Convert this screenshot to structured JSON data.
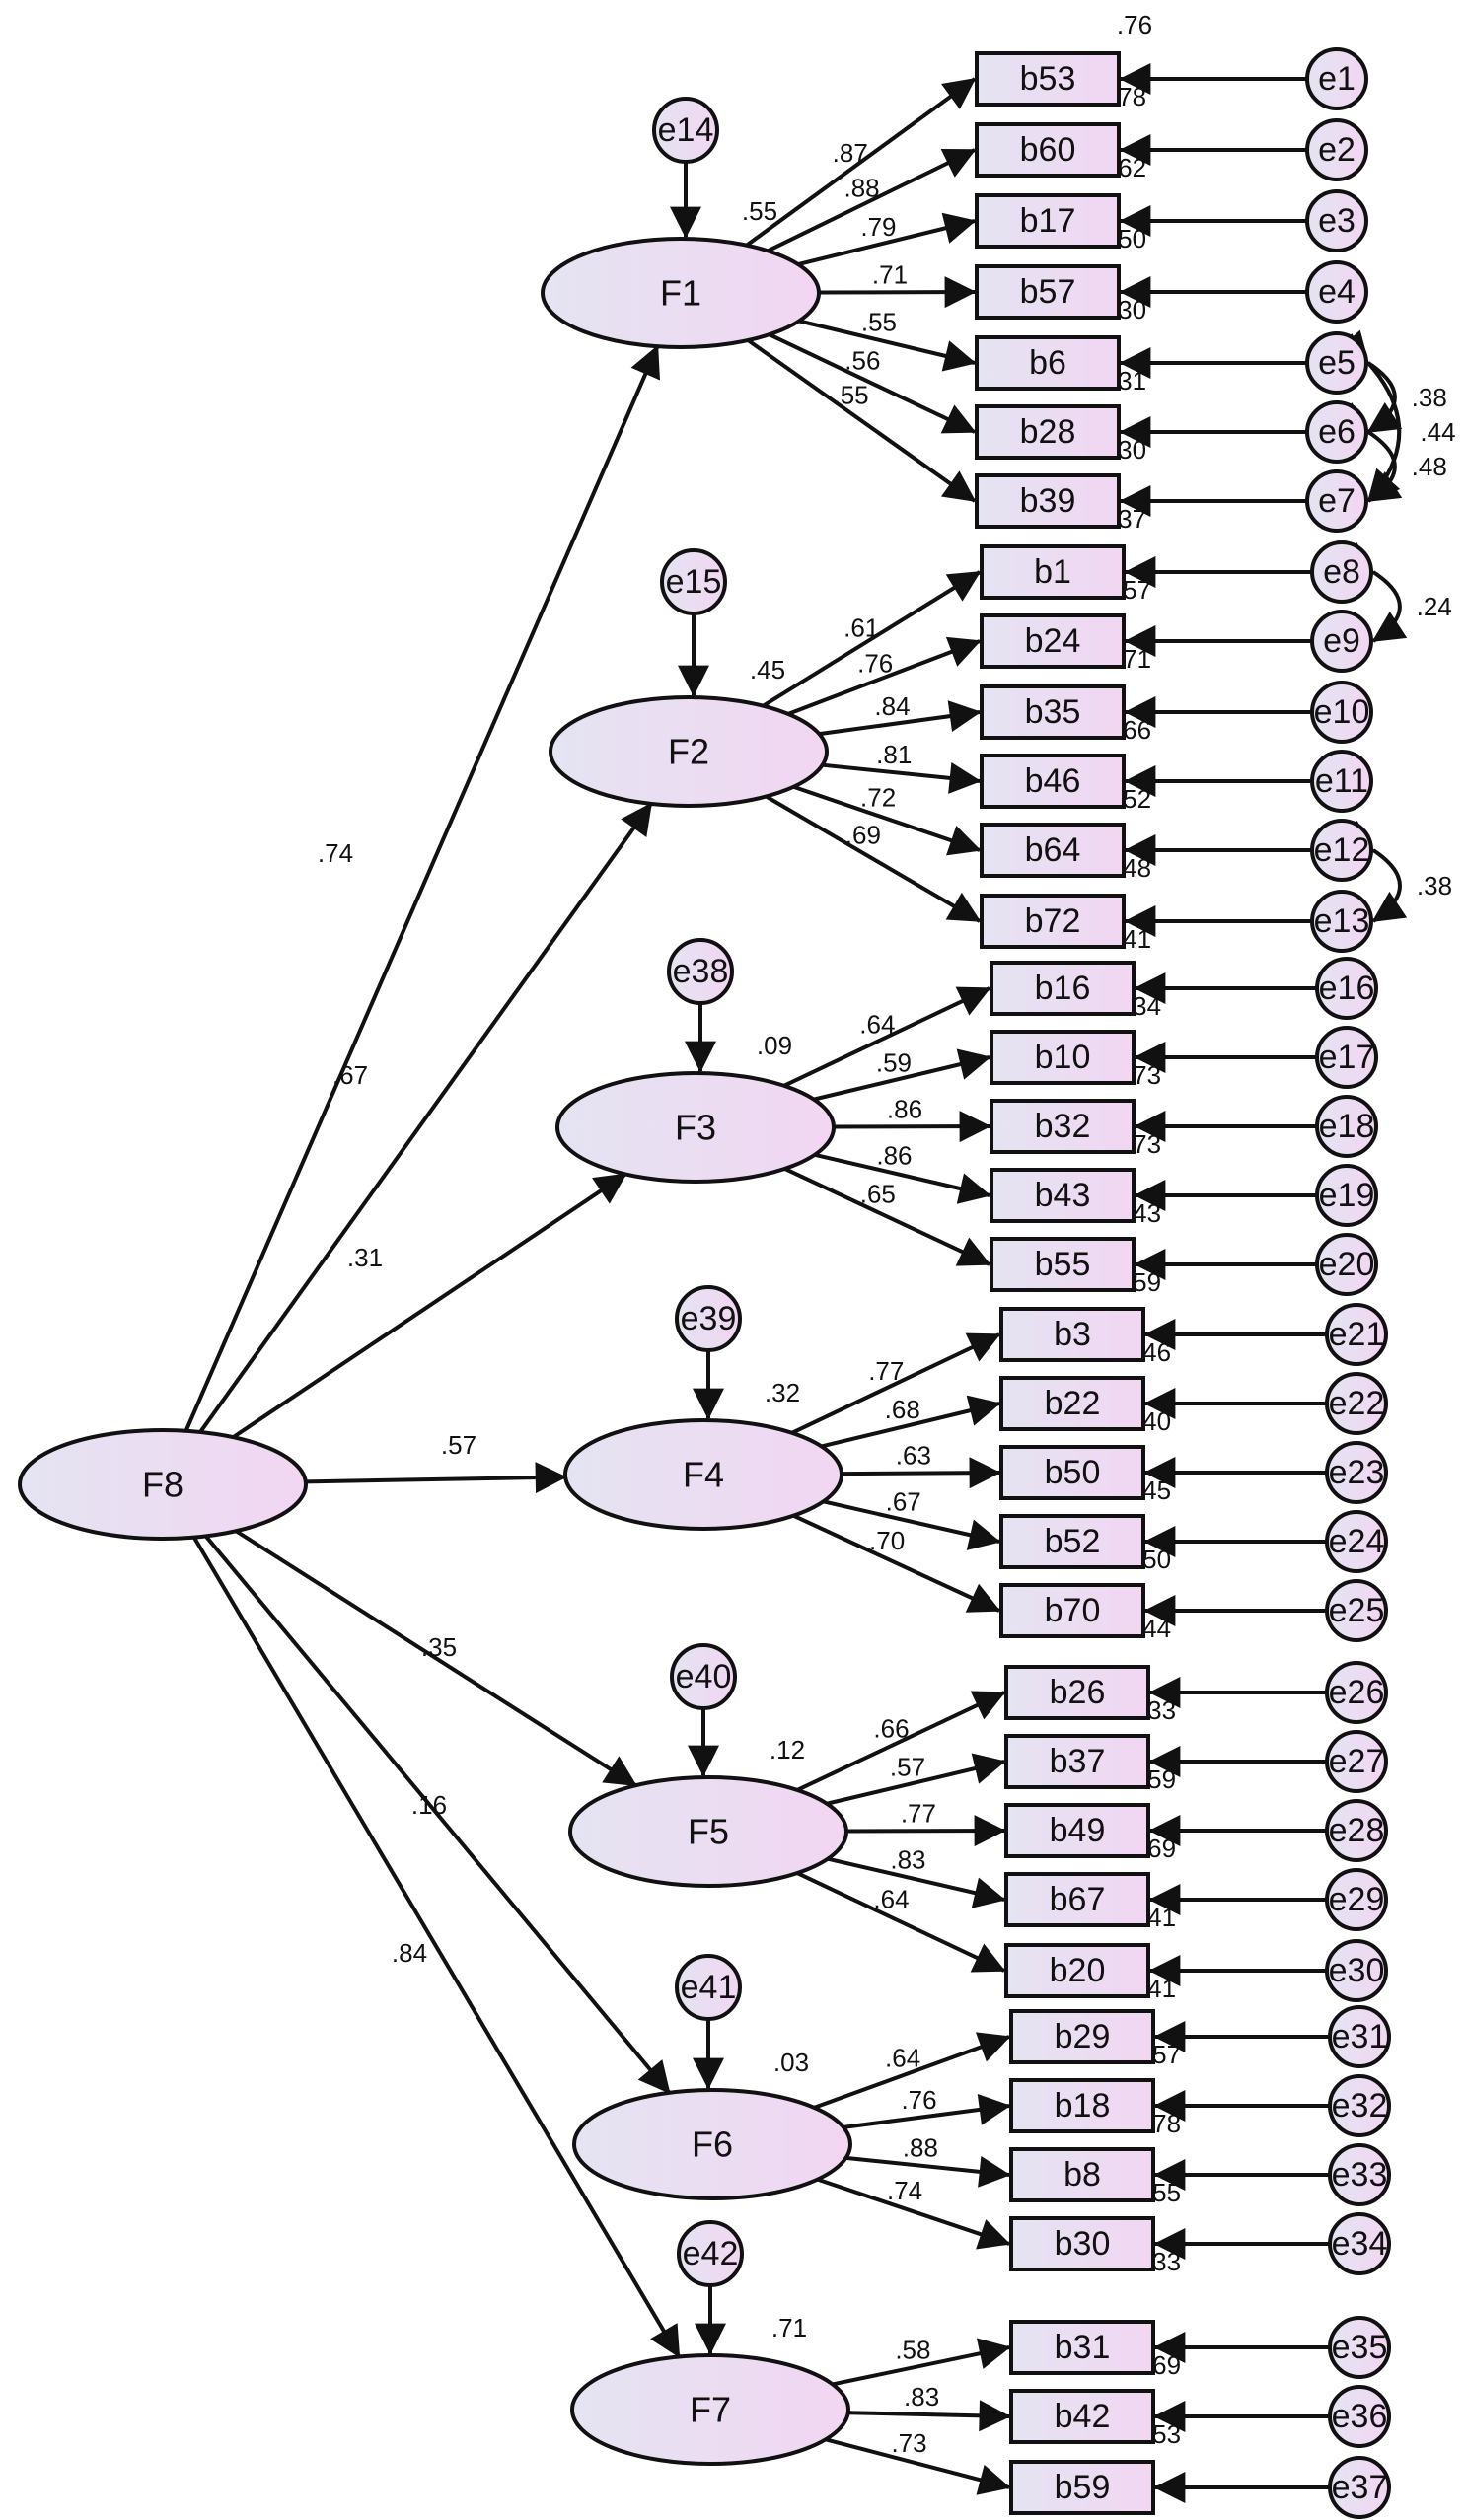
{
  "root": {
    "label": "F8"
  },
  "factors": [
    {
      "label": "F1",
      "error": "e14",
      "path": ".74",
      "disturbance": "",
      "items": [
        {
          "label": "b53",
          "error": "e1",
          "loading": ".87",
          "r2": ".76",
          "r2b": ".78"
        },
        {
          "label": "b60",
          "error": "e2",
          "loading": ".88",
          "r2": ".62"
        },
        {
          "label": "b17",
          "error": "e3",
          "loading": ".79",
          "r2": ".50"
        },
        {
          "label": "b57",
          "error": "e4",
          "loading": ".71",
          "r2": ".30"
        },
        {
          "label": "b6",
          "error": "e5",
          "loading": ".55",
          "r2": ".31"
        },
        {
          "label": "b28",
          "error": "e6",
          "loading": ".56",
          "r2": ".30"
        },
        {
          "label": "b39",
          "error": "e7",
          "loading": ".55",
          "r2": ".37"
        }
      ],
      "extra_label": ".55"
    },
    {
      "label": "F2",
      "error": "e15",
      "path": ".67",
      "extra_label": ".45",
      "items": [
        {
          "label": "b1",
          "error": "e8",
          "loading": ".61",
          "r2": ".57"
        },
        {
          "label": "b24",
          "error": "e9",
          "loading": ".76",
          "r2": ".71"
        },
        {
          "label": "b35",
          "error": "e10",
          "loading": ".84",
          "r2": ".66"
        },
        {
          "label": "b46",
          "error": "e11",
          "loading": ".81",
          "r2": ".52"
        },
        {
          "label": "b64",
          "error": "e12",
          "loading": ".72",
          "r2": ".48"
        },
        {
          "label": "b72",
          "error": "e13",
          "loading": ".69",
          "r2": ".41"
        }
      ]
    },
    {
      "label": "F3",
      "error": "e38",
      "path": ".31",
      "extra_label": ".09",
      "items": [
        {
          "label": "b16",
          "error": "e16",
          "loading": ".64",
          "r2": ".34"
        },
        {
          "label": "b10",
          "error": "e17",
          "loading": ".59",
          "r2": ".73"
        },
        {
          "label": "b32",
          "error": "e18",
          "loading": ".86",
          "r2": ".73"
        },
        {
          "label": "b43",
          "error": "e19",
          "loading": ".86",
          "r2": ".43"
        },
        {
          "label": "b55",
          "error": "e20",
          "loading": ".65",
          "r2": ".59"
        }
      ]
    },
    {
      "label": "F4",
      "error": "e39",
      "path": ".57",
      "extra_label": ".32",
      "items": [
        {
          "label": "b3",
          "error": "e21",
          "loading": ".77",
          "r2": ".46"
        },
        {
          "label": "b22",
          "error": "e22",
          "loading": ".68",
          "r2": ".40"
        },
        {
          "label": "b50",
          "error": "e23",
          "loading": ".63",
          "r2": ".45"
        },
        {
          "label": "b52",
          "error": "e24",
          "loading": ".67",
          "r2": ".50"
        },
        {
          "label": "b70",
          "error": "e25",
          "loading": ".70",
          "r2": ".44"
        }
      ]
    },
    {
      "label": "F5",
      "error": "e40",
      "path": ".35",
      "extra_label": ".12",
      "items": [
        {
          "label": "b26",
          "error": "e26",
          "loading": ".66",
          "r2": ".33"
        },
        {
          "label": "b37",
          "error": "e27",
          "loading": ".57",
          "r2": ".59"
        },
        {
          "label": "b49",
          "error": "e28",
          "loading": ".77",
          "r2": ".69"
        },
        {
          "label": "b67",
          "error": "e29",
          "loading": ".83",
          "r2": ".41"
        },
        {
          "label": "b20",
          "error": "e30",
          "loading": ".64",
          "r2": ".41"
        }
      ]
    },
    {
      "label": "F6",
      "error": "e41",
      "path": ".16",
      "extra_label": ".03",
      "items": [
        {
          "label": "b29",
          "error": "e31",
          "loading": ".64",
          "r2": ".57"
        },
        {
          "label": "b18",
          "error": "e32",
          "loading": ".76",
          "r2": ".78"
        },
        {
          "label": "b8",
          "error": "e33",
          "loading": ".88",
          "r2": ".55"
        },
        {
          "label": "b30",
          "error": "e34",
          "loading": ".74",
          "r2": ".33"
        }
      ]
    },
    {
      "label": "F7",
      "error": "e42",
      "path": ".84",
      "extra_label": ".71",
      "items": [
        {
          "label": "b31",
          "error": "e35",
          "loading": ".58",
          "r2": ".69"
        },
        {
          "label": "b42",
          "error": "e36",
          "loading": ".83",
          "r2": ".53"
        },
        {
          "label": "b59",
          "error": "e37",
          "loading": ".73",
          "r2": ""
        }
      ]
    }
  ],
  "correlations": [
    {
      "from": "e5",
      "to": "e6",
      "value": ".38"
    },
    {
      "from": "e5",
      "to": "e7",
      "value": ".44"
    },
    {
      "from": "e6",
      "to": "e7",
      "value": ".48"
    },
    {
      "from": "e8",
      "to": "e9",
      "value": ".24"
    },
    {
      "from": "e12",
      "to": "e13",
      "value": ".38"
    }
  ],
  "colors": {
    "fill_start": "#e4e4f2",
    "fill_end": "#f2d6f2",
    "stroke": "#111111"
  }
}
